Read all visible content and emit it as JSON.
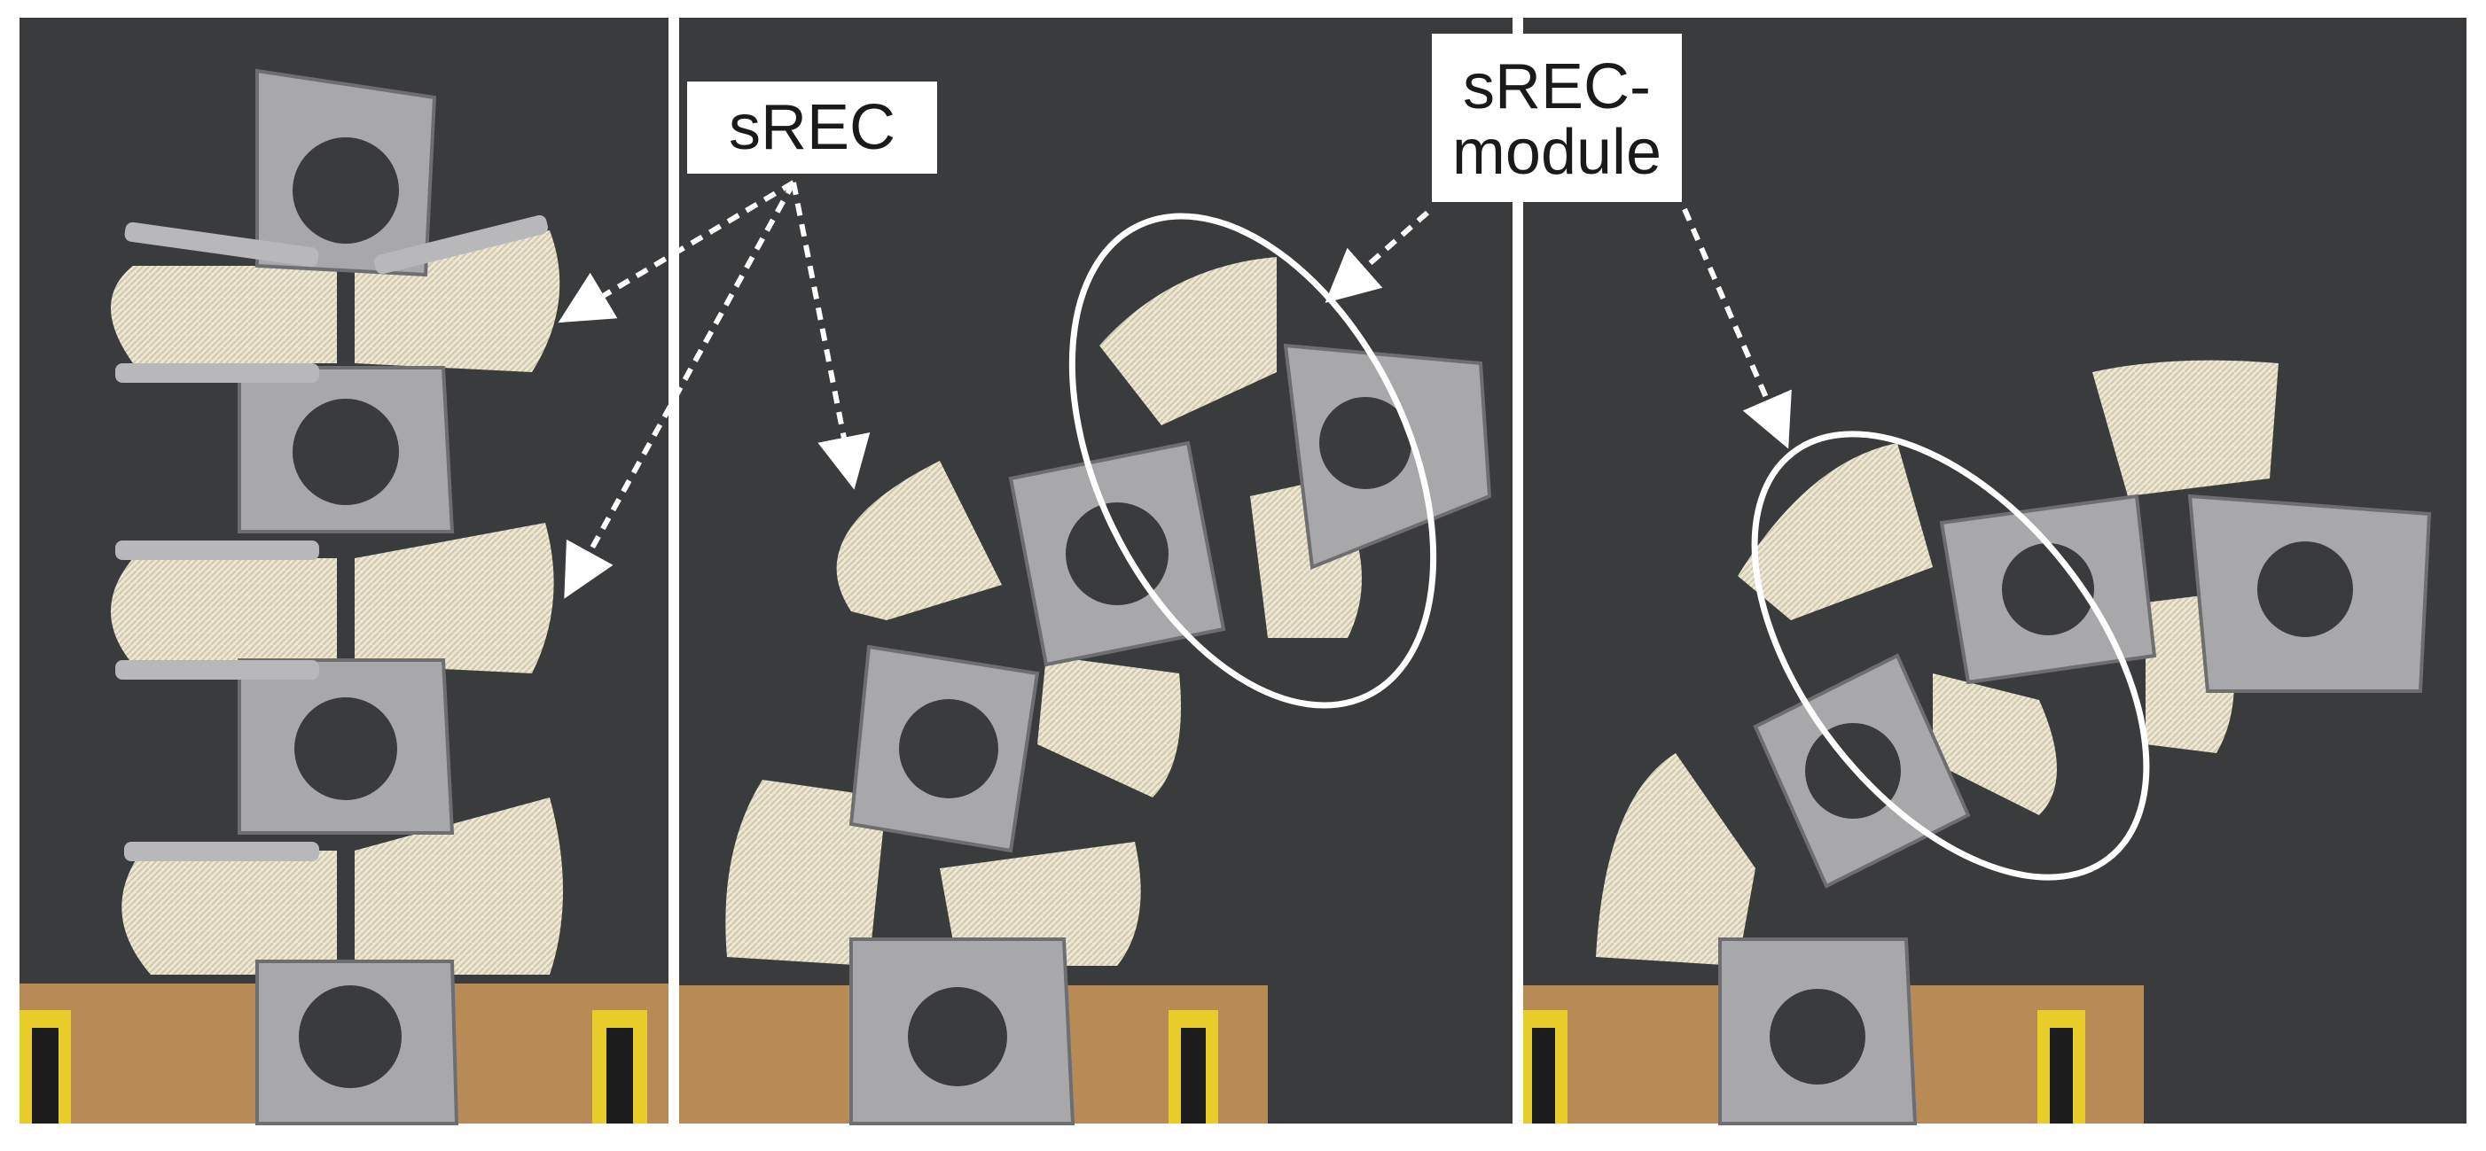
{
  "figure": {
    "labels": {
      "srec": "sREC",
      "srec_module_line1": "sREC-",
      "srec_module_line2": "module"
    },
    "colors": {
      "background_board": "#3a3b3d",
      "wood_base": "#b88a55",
      "metal_plate": "#a8a8aa",
      "metal_dark": "#6e6e70",
      "fabric": "#ece6d3",
      "fabric_shade": "#c9c1a8",
      "clamp_yellow": "#e8cc2a",
      "annotation": "#ffffff",
      "label_box": "#ffffff",
      "label_text": "#1a1a1a"
    },
    "icons": [
      "annotation-arrow-icon",
      "highlight-ellipse-icon"
    ]
  }
}
